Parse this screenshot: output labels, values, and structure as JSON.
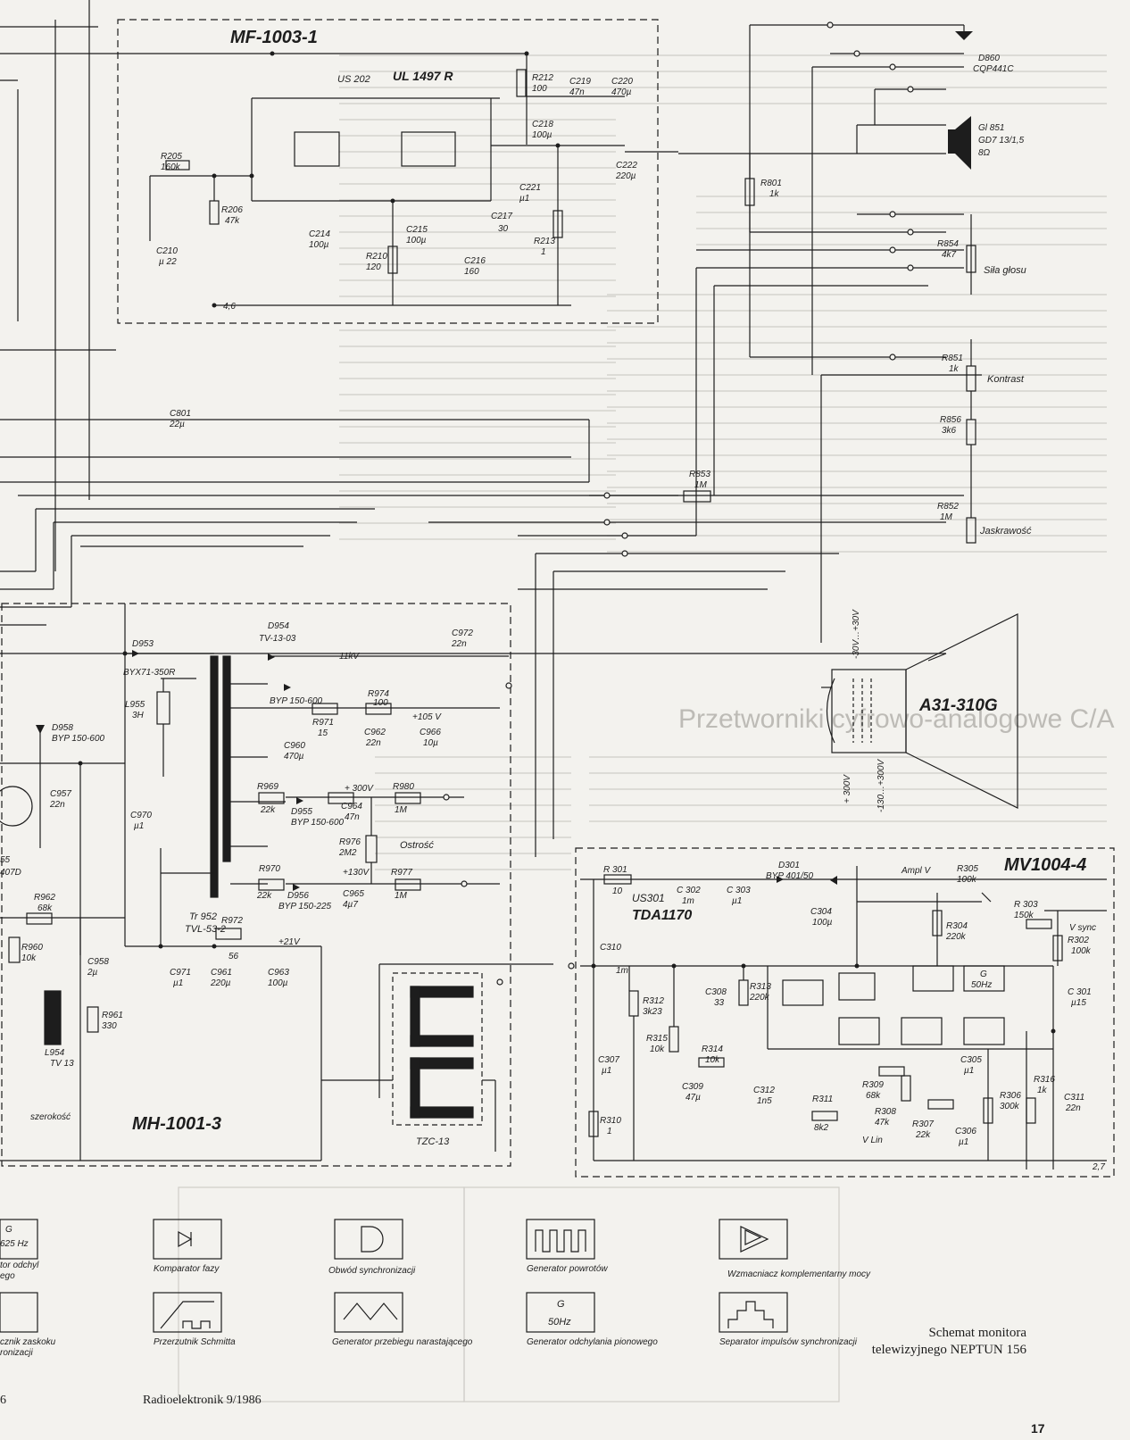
{
  "modules": {
    "mf": "MF-1003-1",
    "mh": "MH-1001-3",
    "mv": "MV1004-4"
  },
  "ics": {
    "us202": "US 202",
    "ul1497": "UL 1497 R",
    "us301": "US301",
    "tda1170": "TDA1170",
    "crt": "A31-310G",
    "tr952": "Tr 952",
    "tvl": "TVL-53-2",
    "tzc": "TZC-13"
  },
  "components": {
    "c219": "C219",
    "c219v": "47n",
    "c220": "C220",
    "c220v": "470µ",
    "r212": "R212",
    "r212v": "100",
    "c218": "C218",
    "c218v": "100µ",
    "r205": "R205",
    "r205v": "160k",
    "r206": "R206",
    "r206v": "47k",
    "c210": "C210",
    "c210v": "µ 22",
    "c214": "C214",
    "c214v": "100µ",
    "c215": "C215",
    "c215v": "100µ",
    "c216": "C216",
    "c216v": "160",
    "c217": "C217",
    "c217v": "30",
    "c221": "C221",
    "c221v": "µ1",
    "r210": "R210",
    "r210v": "120",
    "r213": "R213",
    "r213v": "1",
    "c222": "C222",
    "c222v": "220µ",
    "r801": "R801",
    "r801v": "1k",
    "d860": "D860",
    "d860v": "CQP441C",
    "gl851": "Gl 851",
    "gl851v": "GD7 13/1,5",
    "gl851o": "8Ω",
    "r854": "R854",
    "r854v": "4k7",
    "r851": "R851",
    "r851v": "1k",
    "r856": "R856",
    "r856v": "3k6",
    "r853": "R853",
    "r853v": "1M",
    "r852": "R852",
    "r852v": "1M",
    "c801": "C801",
    "c801v": "22µ",
    "d953": "D953",
    "d953v": "BYX71-350R",
    "d954": "D954",
    "d954v": "TV-13-03",
    "kv": "11kV",
    "c972": "C972",
    "c972v": "22n",
    "l955": "L955",
    "l955v": "3H",
    "d958": "D958",
    "d958v": "BYP 150-600",
    "c957": "C957",
    "c957v": "22n",
    "c970": "C970",
    "c970v": "µ1",
    "byp1": "BYP 150-600",
    "r971": "R971",
    "r971v": "15",
    "r974": "R974",
    "r974v": "100",
    "c960": "C960",
    "c960v": "470µ",
    "c962": "C962",
    "c962v": "22n",
    "c966": "C966",
    "c966v": "10µ",
    "v105": "+105 V",
    "r969": "R969",
    "r969v": "22k",
    "d955": "D955",
    "d955v": "BYP 150-600",
    "v300": "+ 300V",
    "c964": "C964",
    "c964v": "47n",
    "r980": "R980",
    "r980v": "1M",
    "r976": "R976",
    "r976v": "2M2",
    "v130": "+130V",
    "r970": "R970",
    "r970v": "22k",
    "d956": "D956",
    "d956v": "BYP 150-225",
    "c965": "C965",
    "c965v": "4µ7",
    "r977": "R977",
    "r977v": "1M",
    "r962": "R962",
    "r962v": "68k",
    "r960": "R960",
    "r960v": "10k",
    "c958": "C958",
    "c958v": "2µ",
    "r961": "R961",
    "r961v": "330",
    "l954": "L954",
    "l954v": "TV 13",
    "r972": "R972",
    "r972v": "56",
    "v21": "+21V",
    "c971": "C971",
    "c971v": "µ1",
    "c961": "C961",
    "c961v": "220µ",
    "c963": "C963",
    "c963v": "100µ",
    "r301": "R 301",
    "r301v": "10",
    "c302": "C 302",
    "c302v": "1m",
    "c303": "C 303",
    "c303v": "µ1",
    "d301": "D301",
    "d301v": "BYP 401/50",
    "c304": "C304",
    "c304v": "100µ",
    "r305": "R305",
    "r305v": "100k",
    "r304": "R304",
    "r304v": "220k",
    "r303": "R 303",
    "r303v": "150k",
    "r302": "R302",
    "r302v": "100k",
    "c301": "C 301",
    "c301v": "µ15",
    "c310": "C310",
    "c310v": "1m",
    "r312": "R312",
    "r312v": "3k23",
    "c308": "C308",
    "c308v": "33",
    "r313": "R313",
    "r313v": "220k",
    "r315": "R315",
    "r315v": "10k",
    "r314": "R314",
    "r314v": "10k",
    "c307": "C307",
    "c307v": "µ1",
    "c309": "C309",
    "c309v": "47µ",
    "c312": "C312",
    "c312v": "1n5",
    "r311": "R311",
    "r311v": "8k2",
    "r309": "R309",
    "r309v": "68k",
    "r308": "R308",
    "r308v": "47k",
    "r307": "R307",
    "r307v": "22k",
    "c305": "C305",
    "c305v": "µ1",
    "c306": "C306",
    "c306v": "µ1",
    "r306": "R306",
    "r306v": "300k",
    "r316": "R316",
    "r316v": "1k",
    "c311": "C311",
    "c311v": "22n",
    "r310": "R310",
    "r310v": "1",
    "g50": "G",
    "g50hz": "50Hz",
    "v30": "-30V…+30V",
    "v300r": "+ 300V",
    "v130r": "-130…+300V",
    "r955": "55",
    "r407": "407D",
    "val46": "4,6",
    "val27": "2,7"
  },
  "controls": {
    "sila": "Siła głosu",
    "kontrast": "Kontrast",
    "jaskrawosc": "Jaskrawość",
    "ostrosc": "Ostrość",
    "amplv": "Ampl V",
    "vsync": "V sync",
    "vlin": "V Lin",
    "szerokosc": "szerokość"
  },
  "legend": {
    "komparator": "Komparator fazy",
    "obwod": "Obwód synchronizacji",
    "generator_powrotow": "Generator powrotów",
    "wzmacniacz": "Wzmacniacz komplementarny mocy",
    "przerzutnik": "Przerzutnik Schmitta",
    "generator_przebiegu": "Generator przebiegu narastającego",
    "generator_odchylania": "Generator odchylania pionowego",
    "separator": "Separator impulsów synchronizacji",
    "g_box": "G",
    "g_hz": "50Hz",
    "left_g": "G",
    "left_hz": "625 Hz",
    "left_frag1": "tor odchyl",
    "left_frag2": "ego",
    "left_frag3": "cznik zaskoku",
    "left_frag4": "ronizacji"
  },
  "footer": {
    "caption_line1": "Schemat monitora",
    "caption_line2": "telewizyjnego NEPTUN 156",
    "journal": "Radioelektronik 9/1986",
    "page": "17",
    "left_page": "6"
  },
  "bg_heading": "Przetworniki cyfrowo-analogowe C/A",
  "colors": {
    "paper": "#f3f2ee",
    "ink": "#1d1d1d",
    "ghost": "#c9c7c2"
  }
}
